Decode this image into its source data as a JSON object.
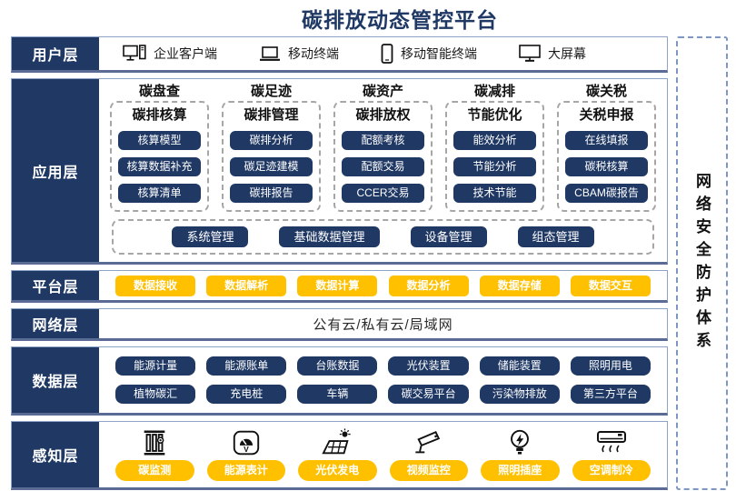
{
  "title": "碳排放动态管控平台",
  "colors": {
    "navy": "#1F3864",
    "gold": "#FFC000",
    "border_blue": "#8FA3C6",
    "border_bottom": "#5A6C96"
  },
  "security_sidebar": {
    "label": "网络安全防护体系"
  },
  "user_layer": {
    "label": "用户层",
    "items": [
      {
        "icon": "desktop-pc-icon",
        "label": "企业客户端"
      },
      {
        "icon": "laptop-icon",
        "label": "移动终端"
      },
      {
        "icon": "smartphone-icon",
        "label": "移动智能终端"
      },
      {
        "icon": "large-screen-icon",
        "label": "大屏幕"
      }
    ]
  },
  "app_layer": {
    "label": "应用层",
    "columns": [
      {
        "header": "碳盘查",
        "subheader": "碳排核算",
        "buttons": [
          "核算模型",
          "核算数据补充",
          "核算清单"
        ]
      },
      {
        "header": "碳足迹",
        "subheader": "碳排管理",
        "buttons": [
          "碳排分析",
          "碳足迹建模",
          "碳排报告"
        ]
      },
      {
        "header": "碳资产",
        "subheader": "碳排放权",
        "buttons": [
          "配额考核",
          "配额交易",
          "CCER交易"
        ]
      },
      {
        "header": "碳减排",
        "subheader": "节能优化",
        "buttons": [
          "能效分析",
          "节能分析",
          "技术节能"
        ]
      },
      {
        "header": "碳关税",
        "subheader": "关税申报",
        "buttons": [
          "在线填报",
          "碳税核算",
          "CBAM碳报告"
        ]
      }
    ],
    "bottom_buttons": [
      "系统管理",
      "基础数据管理",
      "设备管理",
      "组态管理"
    ]
  },
  "platform_layer": {
    "label": "平台层",
    "buttons": [
      "数据接收",
      "数据解析",
      "数据计算",
      "数据分析",
      "数据存储",
      "数据交互"
    ]
  },
  "network_layer": {
    "label": "网络层",
    "text": "公有云/私有云/局域网"
  },
  "data_layer": {
    "label": "数据层",
    "row1": [
      "能源计量",
      "能源账单",
      "台账数据",
      "光伏装置",
      "储能装置",
      "照明用电"
    ],
    "row2": [
      "植物碳汇",
      "充电桩",
      "车辆",
      "碳交易平台",
      "污染物排放",
      "第三方平台"
    ]
  },
  "perception_layer": {
    "label": "感知层",
    "items": [
      {
        "icon": "carbon-monitoring-icon",
        "label": "碳监测"
      },
      {
        "icon": "energy-meter-icon",
        "label": "能源表计"
      },
      {
        "icon": "solar-pv-icon",
        "label": "光伏发电"
      },
      {
        "icon": "cctv-camera-icon",
        "label": "视频监控"
      },
      {
        "icon": "light-bulb-icon",
        "label": "照明插座"
      },
      {
        "icon": "air-conditioner-icon",
        "label": "空调制冷"
      }
    ]
  }
}
